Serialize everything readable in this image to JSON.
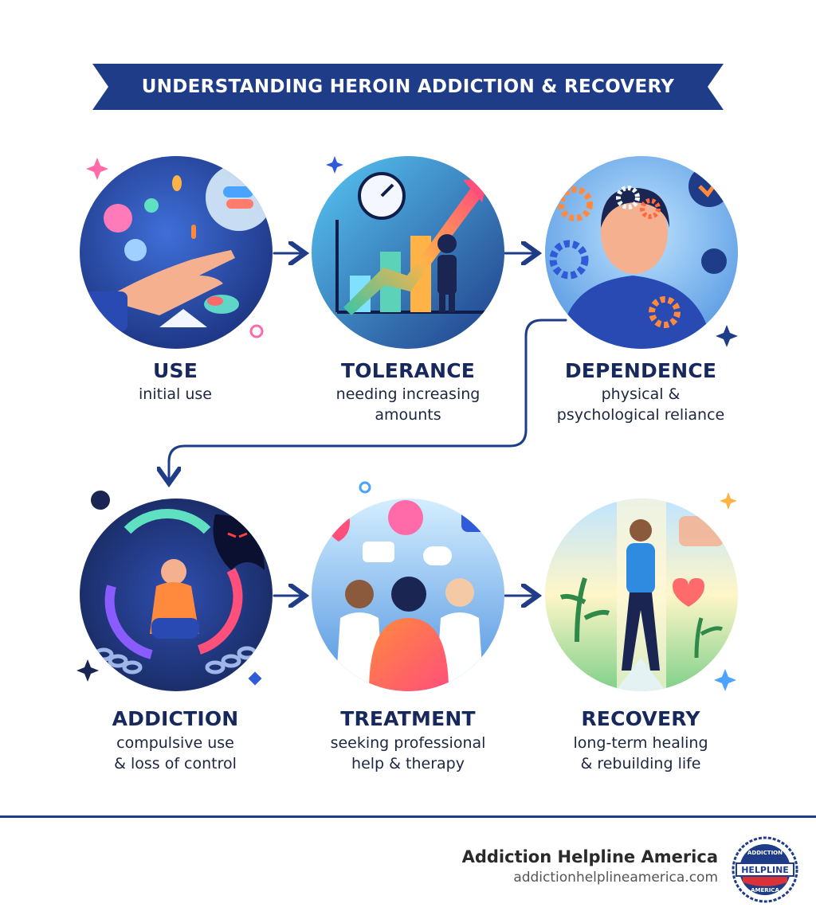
{
  "header": {
    "title": "UNDERSTANDING HEROIN ADDICTION & RECOVERY"
  },
  "steps": [
    {
      "title": "USE",
      "desc": "initial use",
      "icon": "hand-substances-icon"
    },
    {
      "title": "TOLERANCE",
      "desc": "needing increasing\namounts",
      "icon": "rising-chart-icon"
    },
    {
      "title": "DEPENDENCE",
      "desc": "physical &\npsychological reliance",
      "icon": "head-gears-icon"
    },
    {
      "title": "ADDICTION",
      "desc": "compulsive use\n& loss of control",
      "icon": "chained-cycle-icon"
    },
    {
      "title": "TREATMENT",
      "desc": "seeking professional\nhelp & therapy",
      "icon": "medical-team-icon"
    },
    {
      "title": "RECOVERY",
      "desc": "long-term healing\n& rebuilding life",
      "icon": "walking-person-icon"
    }
  ],
  "footer": {
    "brand_name": "Addiction Helpline America",
    "brand_url": "addictionhelplineamerica.com",
    "logo": {
      "top_text": "ADDICTION",
      "middle_text": "HELPLINE",
      "bottom_text": "AMERICA"
    }
  },
  "colors": {
    "navy": "#1f3c88",
    "title_text": "#16285c",
    "accent_orange": "#ff8a3d",
    "accent_pink": "#ff4f7b"
  }
}
